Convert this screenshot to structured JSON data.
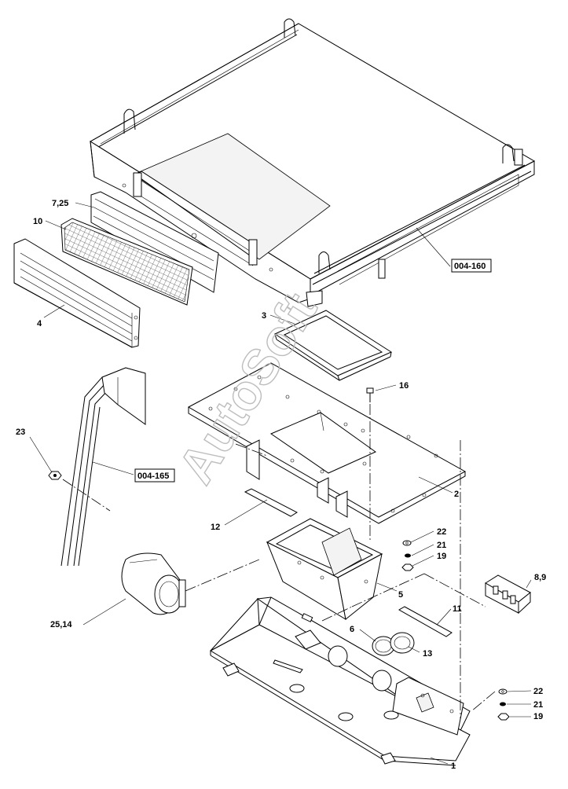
{
  "labels": {
    "l_7_25": "7,25",
    "l_10": "10",
    "l_4": "4",
    "l_3": "3",
    "l_16": "16",
    "l_004_160": "004-160",
    "l_23": "23",
    "l_004_165": "004-165",
    "l_2": "2",
    "l_12": "12",
    "l_22a": "22",
    "l_21a": "21",
    "l_19a": "19",
    "l_5": "5",
    "l_8_9": "8,9",
    "l_25_14": "25,14",
    "l_11": "11",
    "l_6": "6",
    "l_13": "13",
    "l_22b": "22",
    "l_21b": "21",
    "l_19b": "19",
    "l_1": "1"
  },
  "watermark": "AutoSoft"
}
